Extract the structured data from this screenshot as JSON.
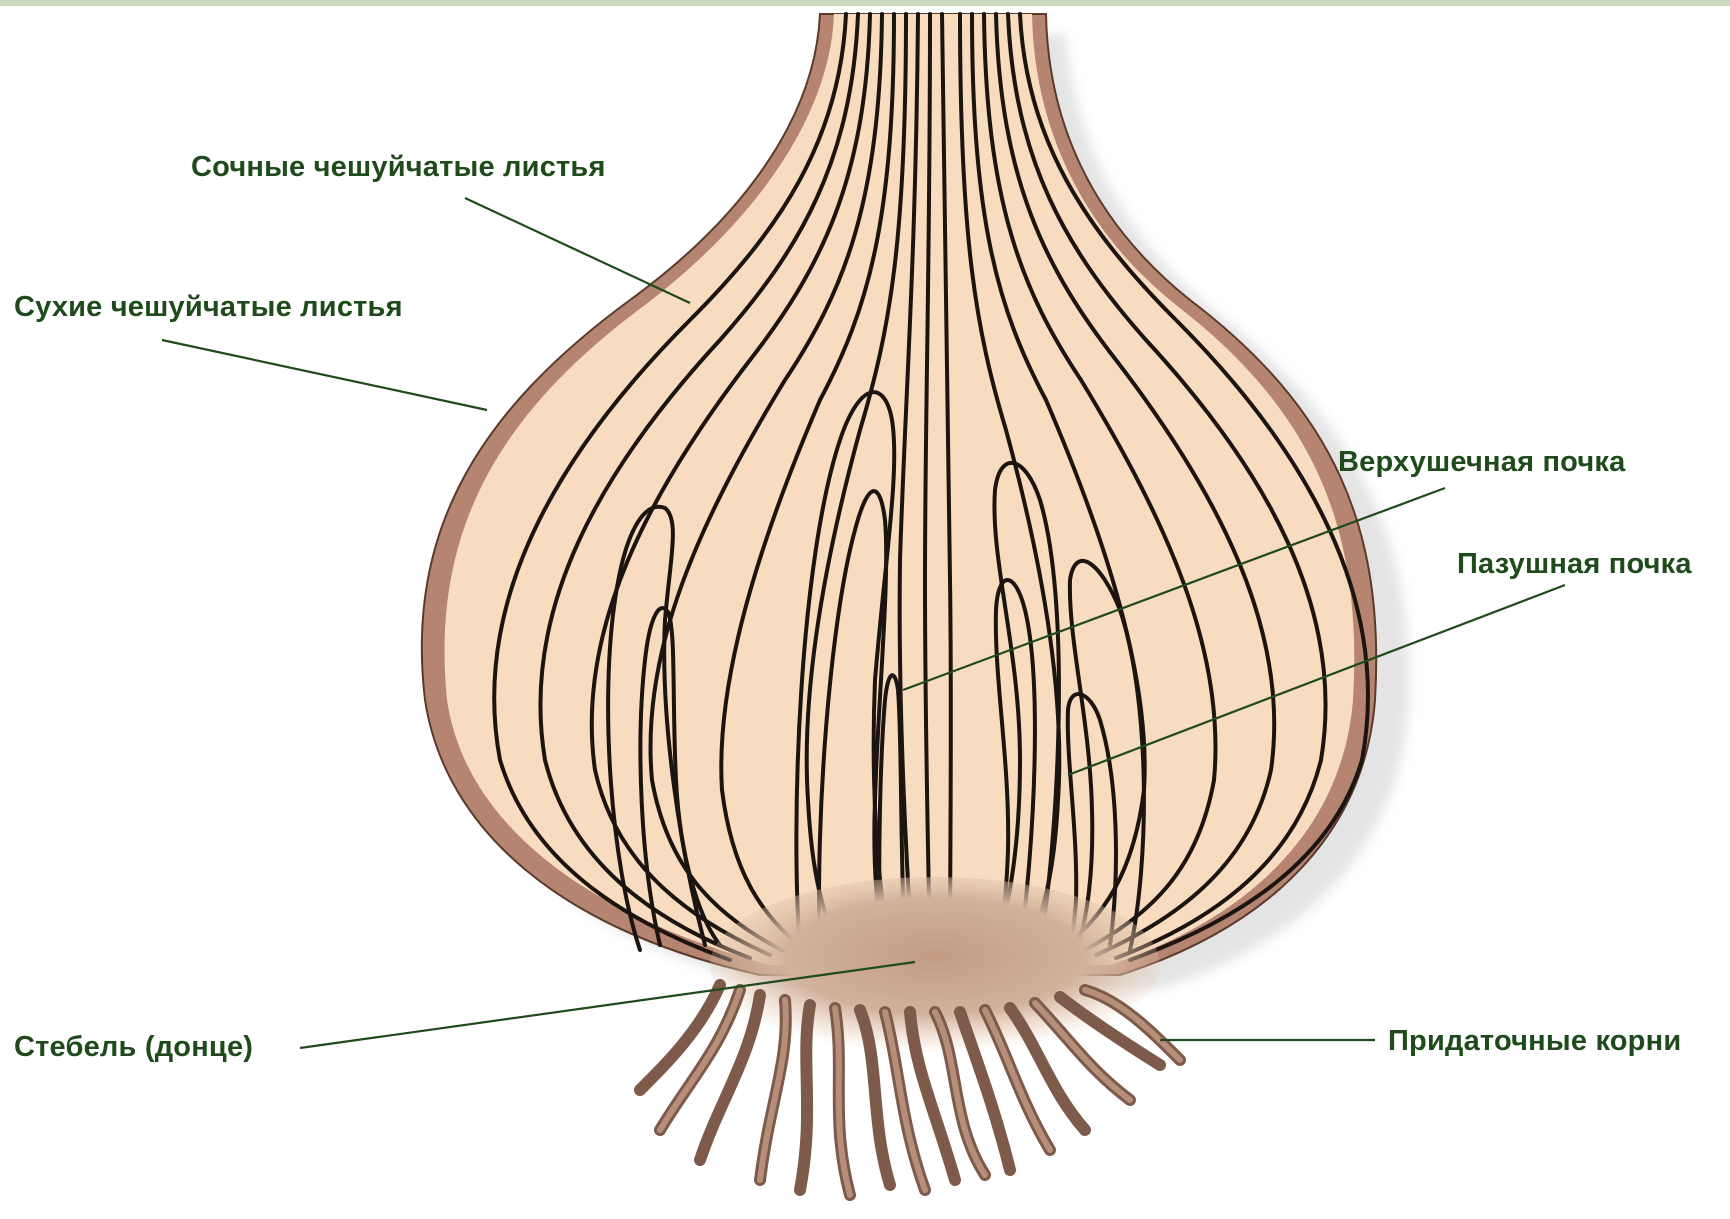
{
  "diagram": {
    "labels": {
      "succulent_scales": "Сочные чешуйчатые листья",
      "dry_scales": "Сухие чешуйчатые листья",
      "apical_bud": "Верхушечная почка",
      "axillary_bud": "Пазушная почка",
      "stem_bottom": "Стебель (донце)",
      "adventitious_roots": "Придаточные корни"
    },
    "colors": {
      "flesh": "#f7dcbf",
      "dry_scale": "#b58571",
      "outline": "#1c1410",
      "stem": "#c9a58c",
      "root": "#a47c66",
      "leader_line": "#1f4a1c",
      "label_text": "#1f4a1c"
    }
  }
}
